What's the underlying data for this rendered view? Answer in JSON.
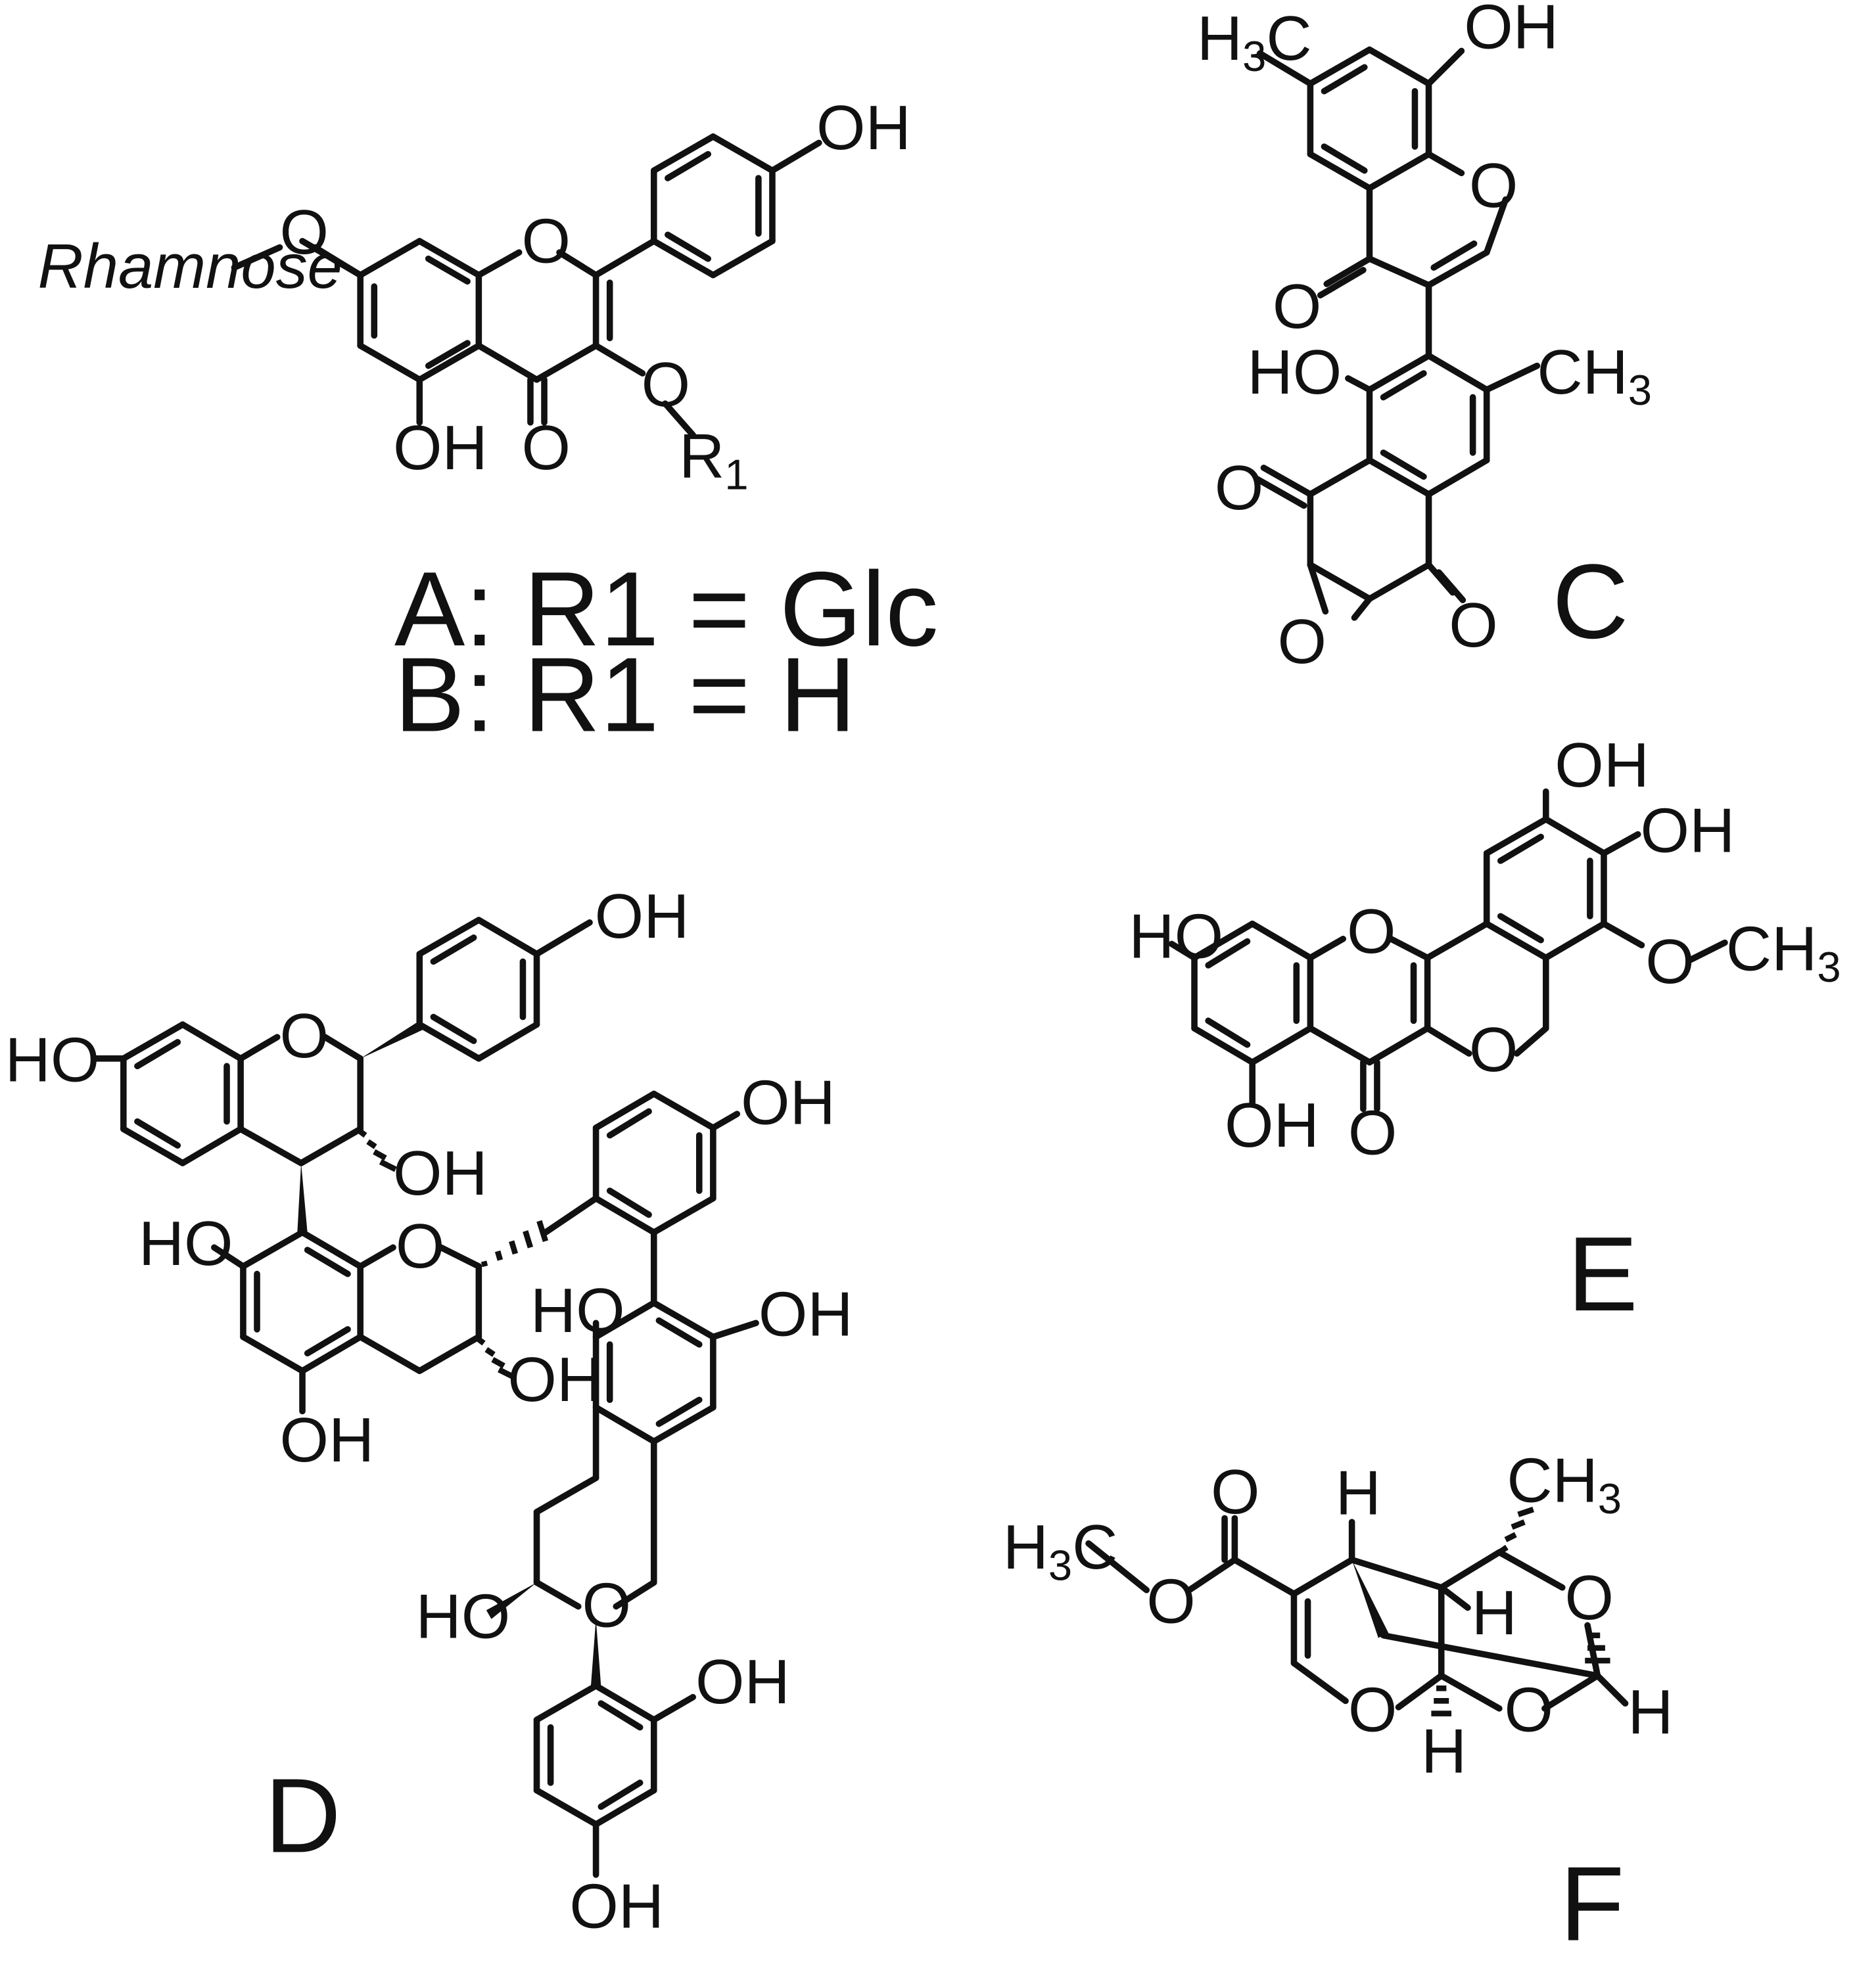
{
  "labels": {
    "OH": "OH",
    "HO": "HO",
    "O": "O",
    "H": "H",
    "H3C_main": "H",
    "H3C_sub": "3",
    "H3C_tail": "C",
    "CH3_main": "CH",
    "CH3_sub": "3",
    "R1_main": "R",
    "R1_sub": "1",
    "rhamnose": "Rhamnose"
  },
  "captions": {
    "a": "A: R1 = Glc",
    "b": "B: R1 = H"
  },
  "molecules": {
    "C": "C",
    "D": "D",
    "E": "E",
    "F": "F"
  }
}
